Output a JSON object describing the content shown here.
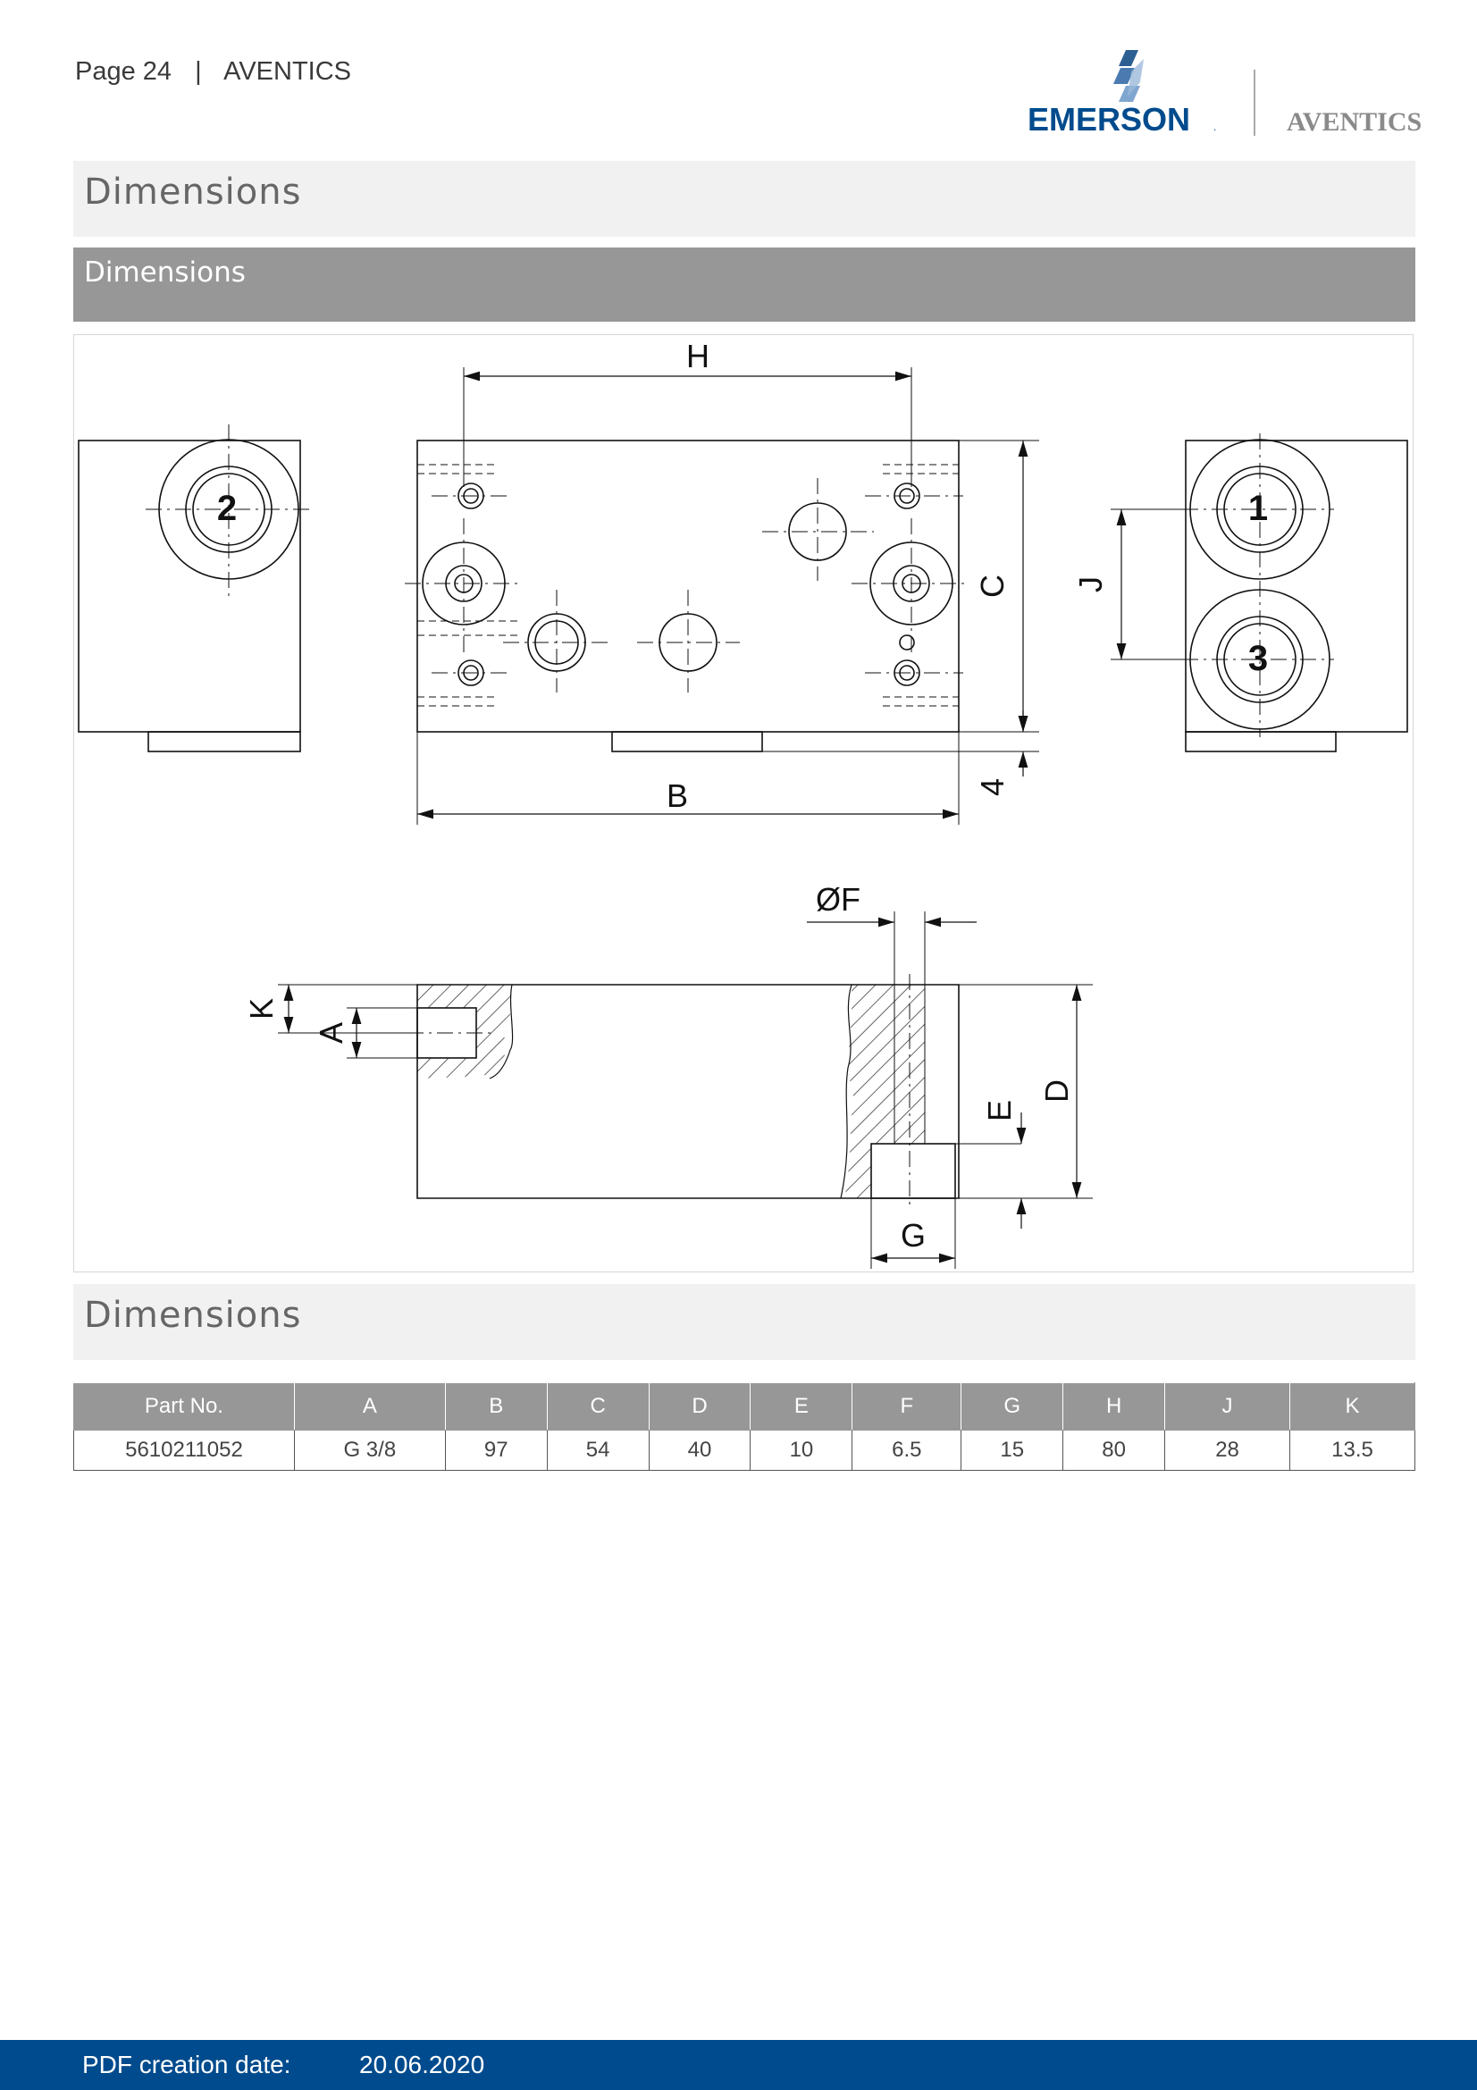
{
  "header": {
    "page_label": "Page  24",
    "separator": "|",
    "brand": "AVENTICS"
  },
  "logo": {
    "emerson": "EMERSON",
    "tm": ".",
    "aventics": "AVENTICS",
    "emerson_color": "#004b8d",
    "aventics_color": "#8a8a8a"
  },
  "sections": {
    "title_1": "Dimensions",
    "subbar": "Dimensions",
    "title_2": "Dimensions"
  },
  "drawing": {
    "labels": {
      "H": "H",
      "C": "C",
      "J": "J",
      "B": "B",
      "four": "4",
      "F": "ØF",
      "K": "K",
      "A": "A",
      "E": "E",
      "D": "D",
      "G": "G"
    },
    "ports": {
      "p1": "1",
      "p2": "2",
      "p3": "3"
    }
  },
  "table": {
    "headers": [
      "Part No.",
      "A",
      "B",
      "C",
      "D",
      "E",
      "F",
      "G",
      "H",
      "J",
      "K"
    ],
    "rows": [
      [
        "5610211052",
        "G 3/8",
        "97",
        "54",
        "40",
        "10",
        "6.5",
        "15",
        "80",
        "28",
        "13.5"
      ]
    ]
  },
  "footer": {
    "label": "PDF creation date:",
    "date": "20.06.2020"
  }
}
